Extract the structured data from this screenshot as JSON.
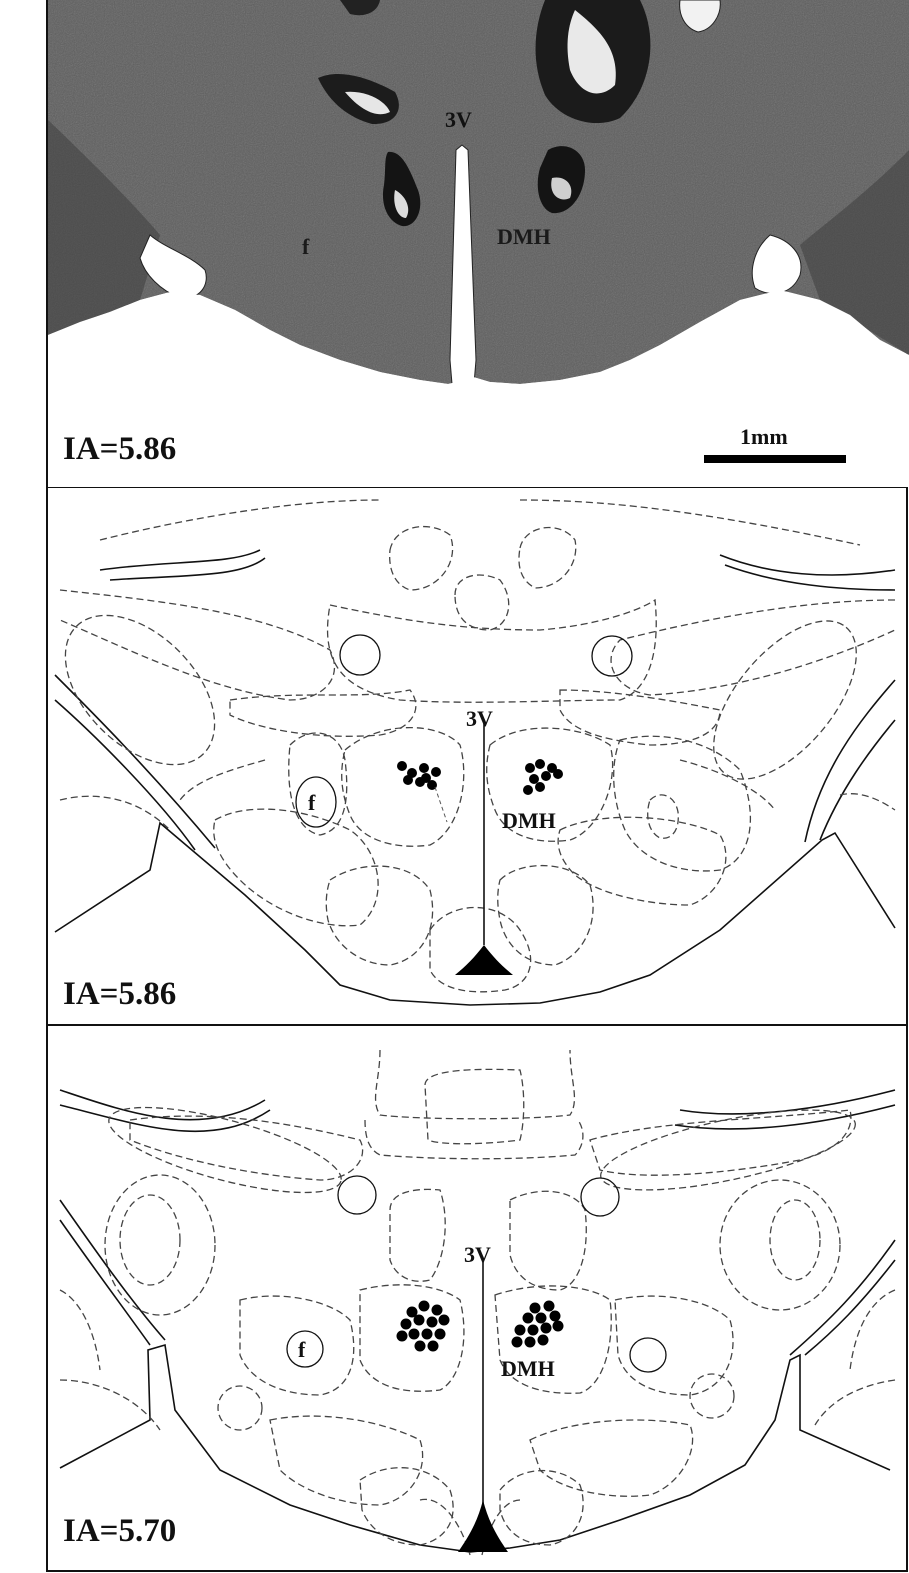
{
  "figure": {
    "panels": [
      {
        "id": "photo",
        "ia_label": "IA=5.86",
        "labels": {
          "ventricle": "3V",
          "nucleus": "DMH",
          "fornix": "f"
        },
        "scale_bar": "1mm"
      },
      {
        "id": "atlas-1",
        "ia_label": "IA=5.86",
        "labels": {
          "ventricle": "3V",
          "nucleus": "DMH",
          "fornix": "f"
        }
      },
      {
        "id": "atlas-2",
        "ia_label": "IA=5.70",
        "labels": {
          "ventricle": "3V",
          "nucleus": "DMH",
          "fornix": "f"
        }
      }
    ],
    "colors": {
      "tissue": "#5a5a5a",
      "line": "#111111",
      "background": "#ffffff"
    }
  }
}
